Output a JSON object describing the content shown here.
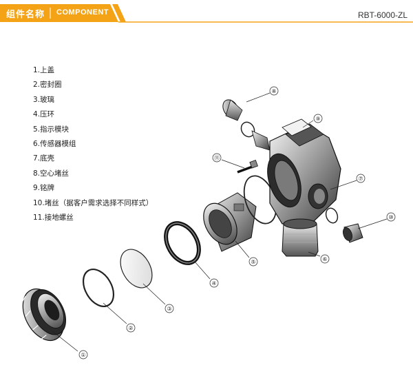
{
  "header": {
    "title_cn": "组件名称",
    "title_en": "COMPONENT",
    "model": "RBT-6000-ZL",
    "accent_color": "#f5a316"
  },
  "parts": [
    {
      "label": "1.上盖"
    },
    {
      "label": "2.密封圈"
    },
    {
      "label": "3.玻璃"
    },
    {
      "label": "4.压环"
    },
    {
      "label": "5.指示模块"
    },
    {
      "label": "6.传感器模组"
    },
    {
      "label": "7.底壳"
    },
    {
      "label": "8.空心堵丝"
    },
    {
      "label": "9.铭牌"
    },
    {
      "label": "10.堵丝（据客户需求选择不同样式）"
    },
    {
      "label": "11.接地螺丝"
    }
  ],
  "callouts": [
    "①",
    "②",
    "③",
    "④",
    "⑤",
    "⑥",
    "⑦",
    "⑧",
    "⑨",
    "⑩",
    "⑪"
  ]
}
